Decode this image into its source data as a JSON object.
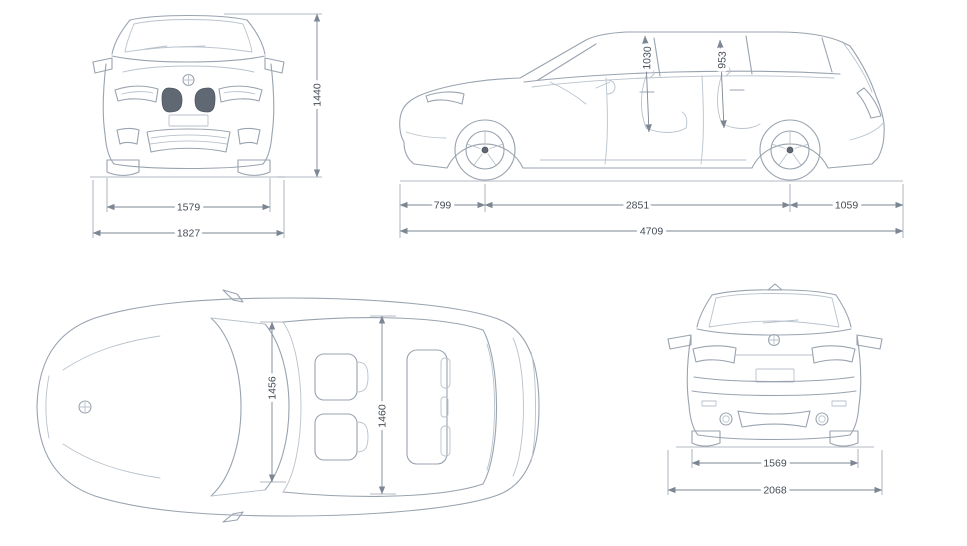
{
  "colors": {
    "background": "#ffffff",
    "car_line": "#99a3af",
    "car_line_light": "#b9c2cc",
    "dark_fill": "#5f6873",
    "dimension_line": "#7d8794",
    "dimension_text": "#454d57"
  },
  "dimensions": {
    "front_view": {
      "track_width": "1579",
      "overall_width": "1827",
      "overall_height": "1440"
    },
    "side_view": {
      "front_headroom": "1030",
      "rear_headroom": "953",
      "front_overhang": "799",
      "wheelbase": "2851",
      "rear_overhang": "1059",
      "overall_length": "4709"
    },
    "top_view": {
      "front_interior_width": "1456",
      "rear_interior_width": "1460"
    },
    "rear_view": {
      "rear_track_width": "1569",
      "width_incl_mirrors": "2068"
    }
  }
}
